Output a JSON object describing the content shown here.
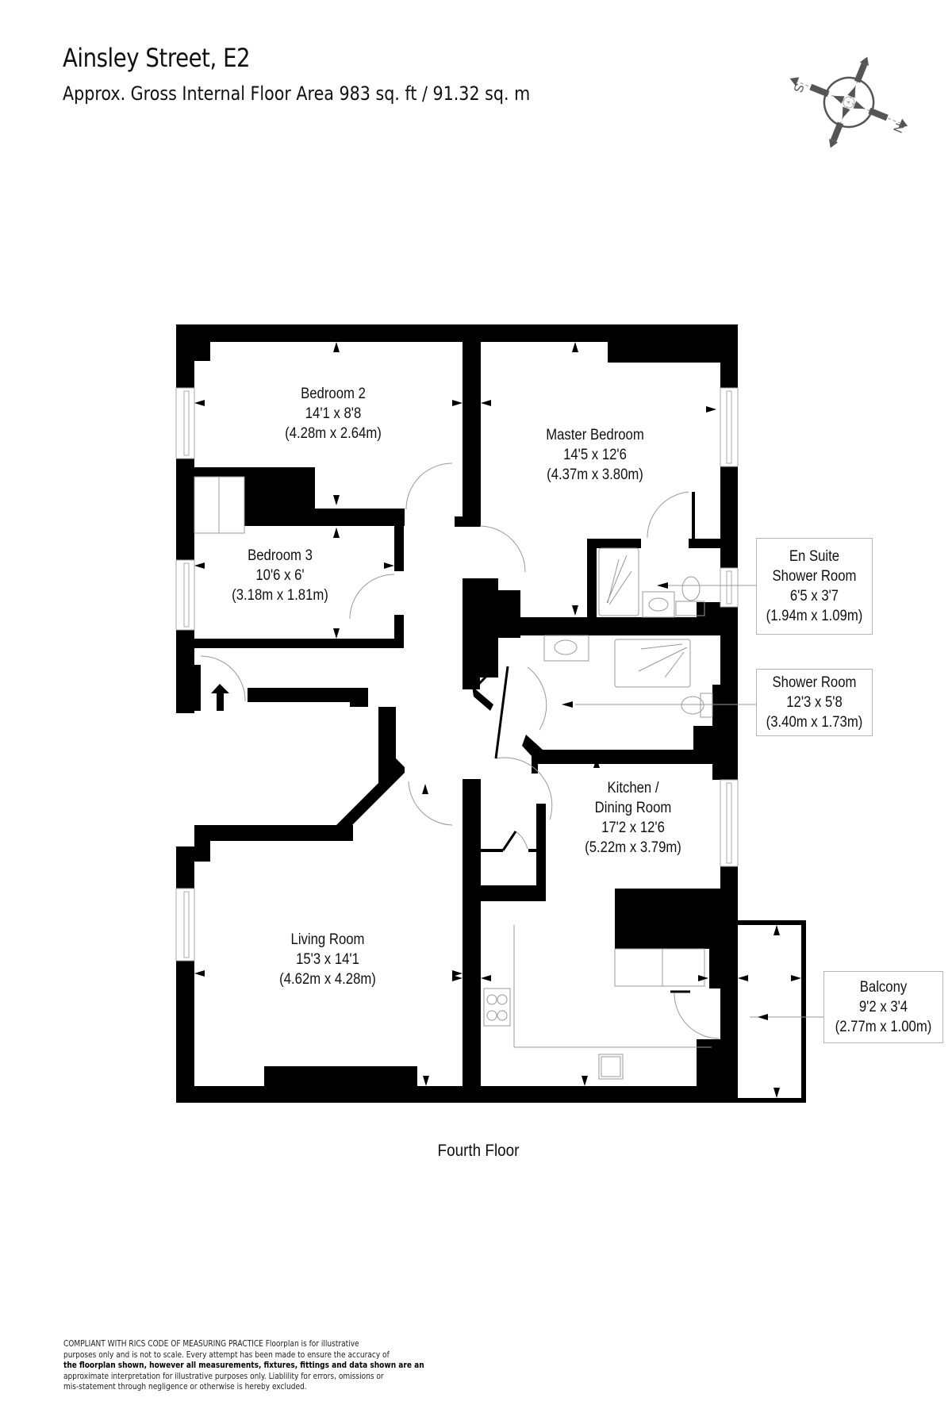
{
  "header": {
    "title": "Ainsley Street, E2",
    "subtitle": "Approx. Gross Internal Floor Area 983 sq. ft / 91.32 sq. m"
  },
  "compass": {
    "icon": "compass-rose-icon",
    "labels": {
      "north": "N",
      "south": "S"
    }
  },
  "rooms": {
    "bedroom2": {
      "name": "Bedroom 2",
      "imperial": "14'1 x 8'8",
      "metric": "(4.28m x 2.64m)"
    },
    "bedroom3": {
      "name": "Bedroom 3",
      "imperial": "10'6 x 6'",
      "metric": "(3.18m x 1.81m)"
    },
    "master_bedroom": {
      "name": "Master Bedroom",
      "imperial": "14'5 x 12'6",
      "metric": "(4.37m x 3.80m)"
    },
    "kitchen": {
      "name_line1": "Kitchen /",
      "name_line2": "Dining Room",
      "imperial": "17'2 x 12'6",
      "metric": "(5.22m x 3.79m)"
    },
    "living_room": {
      "name": "Living Room",
      "imperial": "15'3 x 14'1",
      "metric": "(4.62m x 4.28m)"
    }
  },
  "callouts": {
    "en_suite": {
      "name_line1": "En Suite",
      "name_line2": "Shower Room",
      "imperial": "6'5 x 3'7",
      "metric": "(1.94m x 1.09m)"
    },
    "shower_room": {
      "name": "Shower Room",
      "imperial": "12'3 x 5'8",
      "metric": "(3.40m x 1.73m)"
    },
    "balcony": {
      "name": "Balcony",
      "imperial": "9'2 x 3'4",
      "metric": "(2.77m x 1.00m)"
    }
  },
  "floor_label": "Fourth Floor",
  "disclaimer": {
    "line1": "COMPLIANT WITH RICS CODE OF MEASURING PRACTICE  Floorplan is for illustrative",
    "line2": "purposes only and is not to scale. Every attempt has been made to ensure the accuracy of",
    "line3": "the floorplan shown, however all measurements, fixtures, fittings and data shown are an",
    "line4": "approximate interpretation for illustrative purposes only. Liablility for errors, omissions or",
    "line5": "mis-statement through negligence or otherwise is hereby excluded."
  },
  "colors": {
    "wall": "#000000",
    "fixture_line": "#999999",
    "compass": "#555555",
    "callout_border": "#b5b5b5"
  }
}
